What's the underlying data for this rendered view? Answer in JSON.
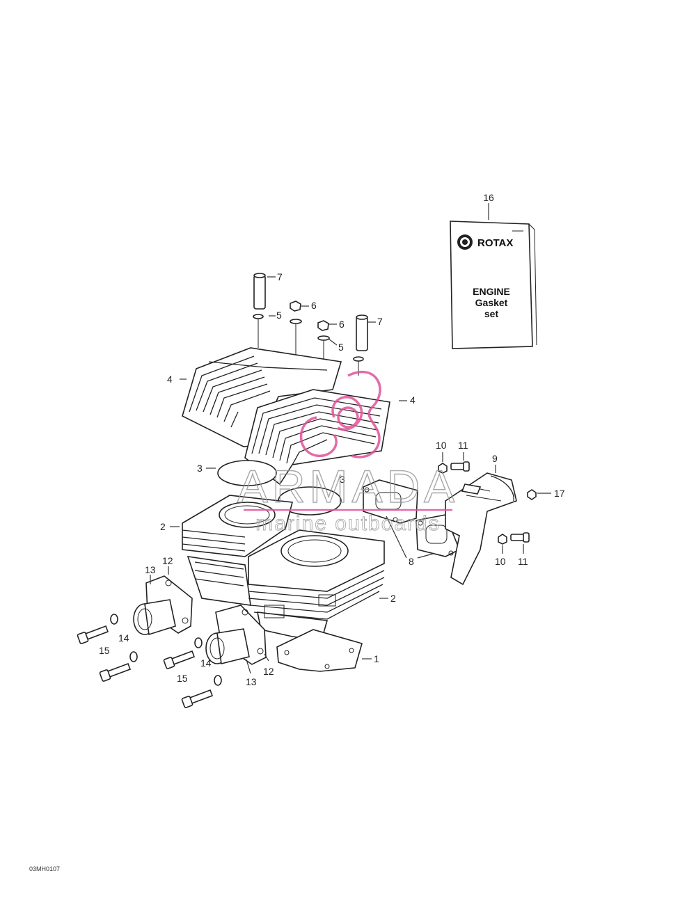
{
  "figure_code": "03MH0107",
  "gasket_set_box": {
    "brand": "ROTAX",
    "line1": "ENGINE",
    "line2": "Gasket",
    "line3": "set"
  },
  "watermark": {
    "title": "ARMADA",
    "subtitle": "marine outboards",
    "color": "#e0529a"
  },
  "callouts": {
    "n1": "1",
    "n2": "2",
    "n3": "3",
    "n4": "4",
    "n5": "5",
    "n6": "6",
    "n7": "7",
    "n8": "8",
    "n9": "9",
    "n10": "10",
    "n11": "11",
    "n12": "12",
    "n13": "13",
    "n14": "14",
    "n15": "15",
    "n16": "16",
    "n17": "17"
  }
}
